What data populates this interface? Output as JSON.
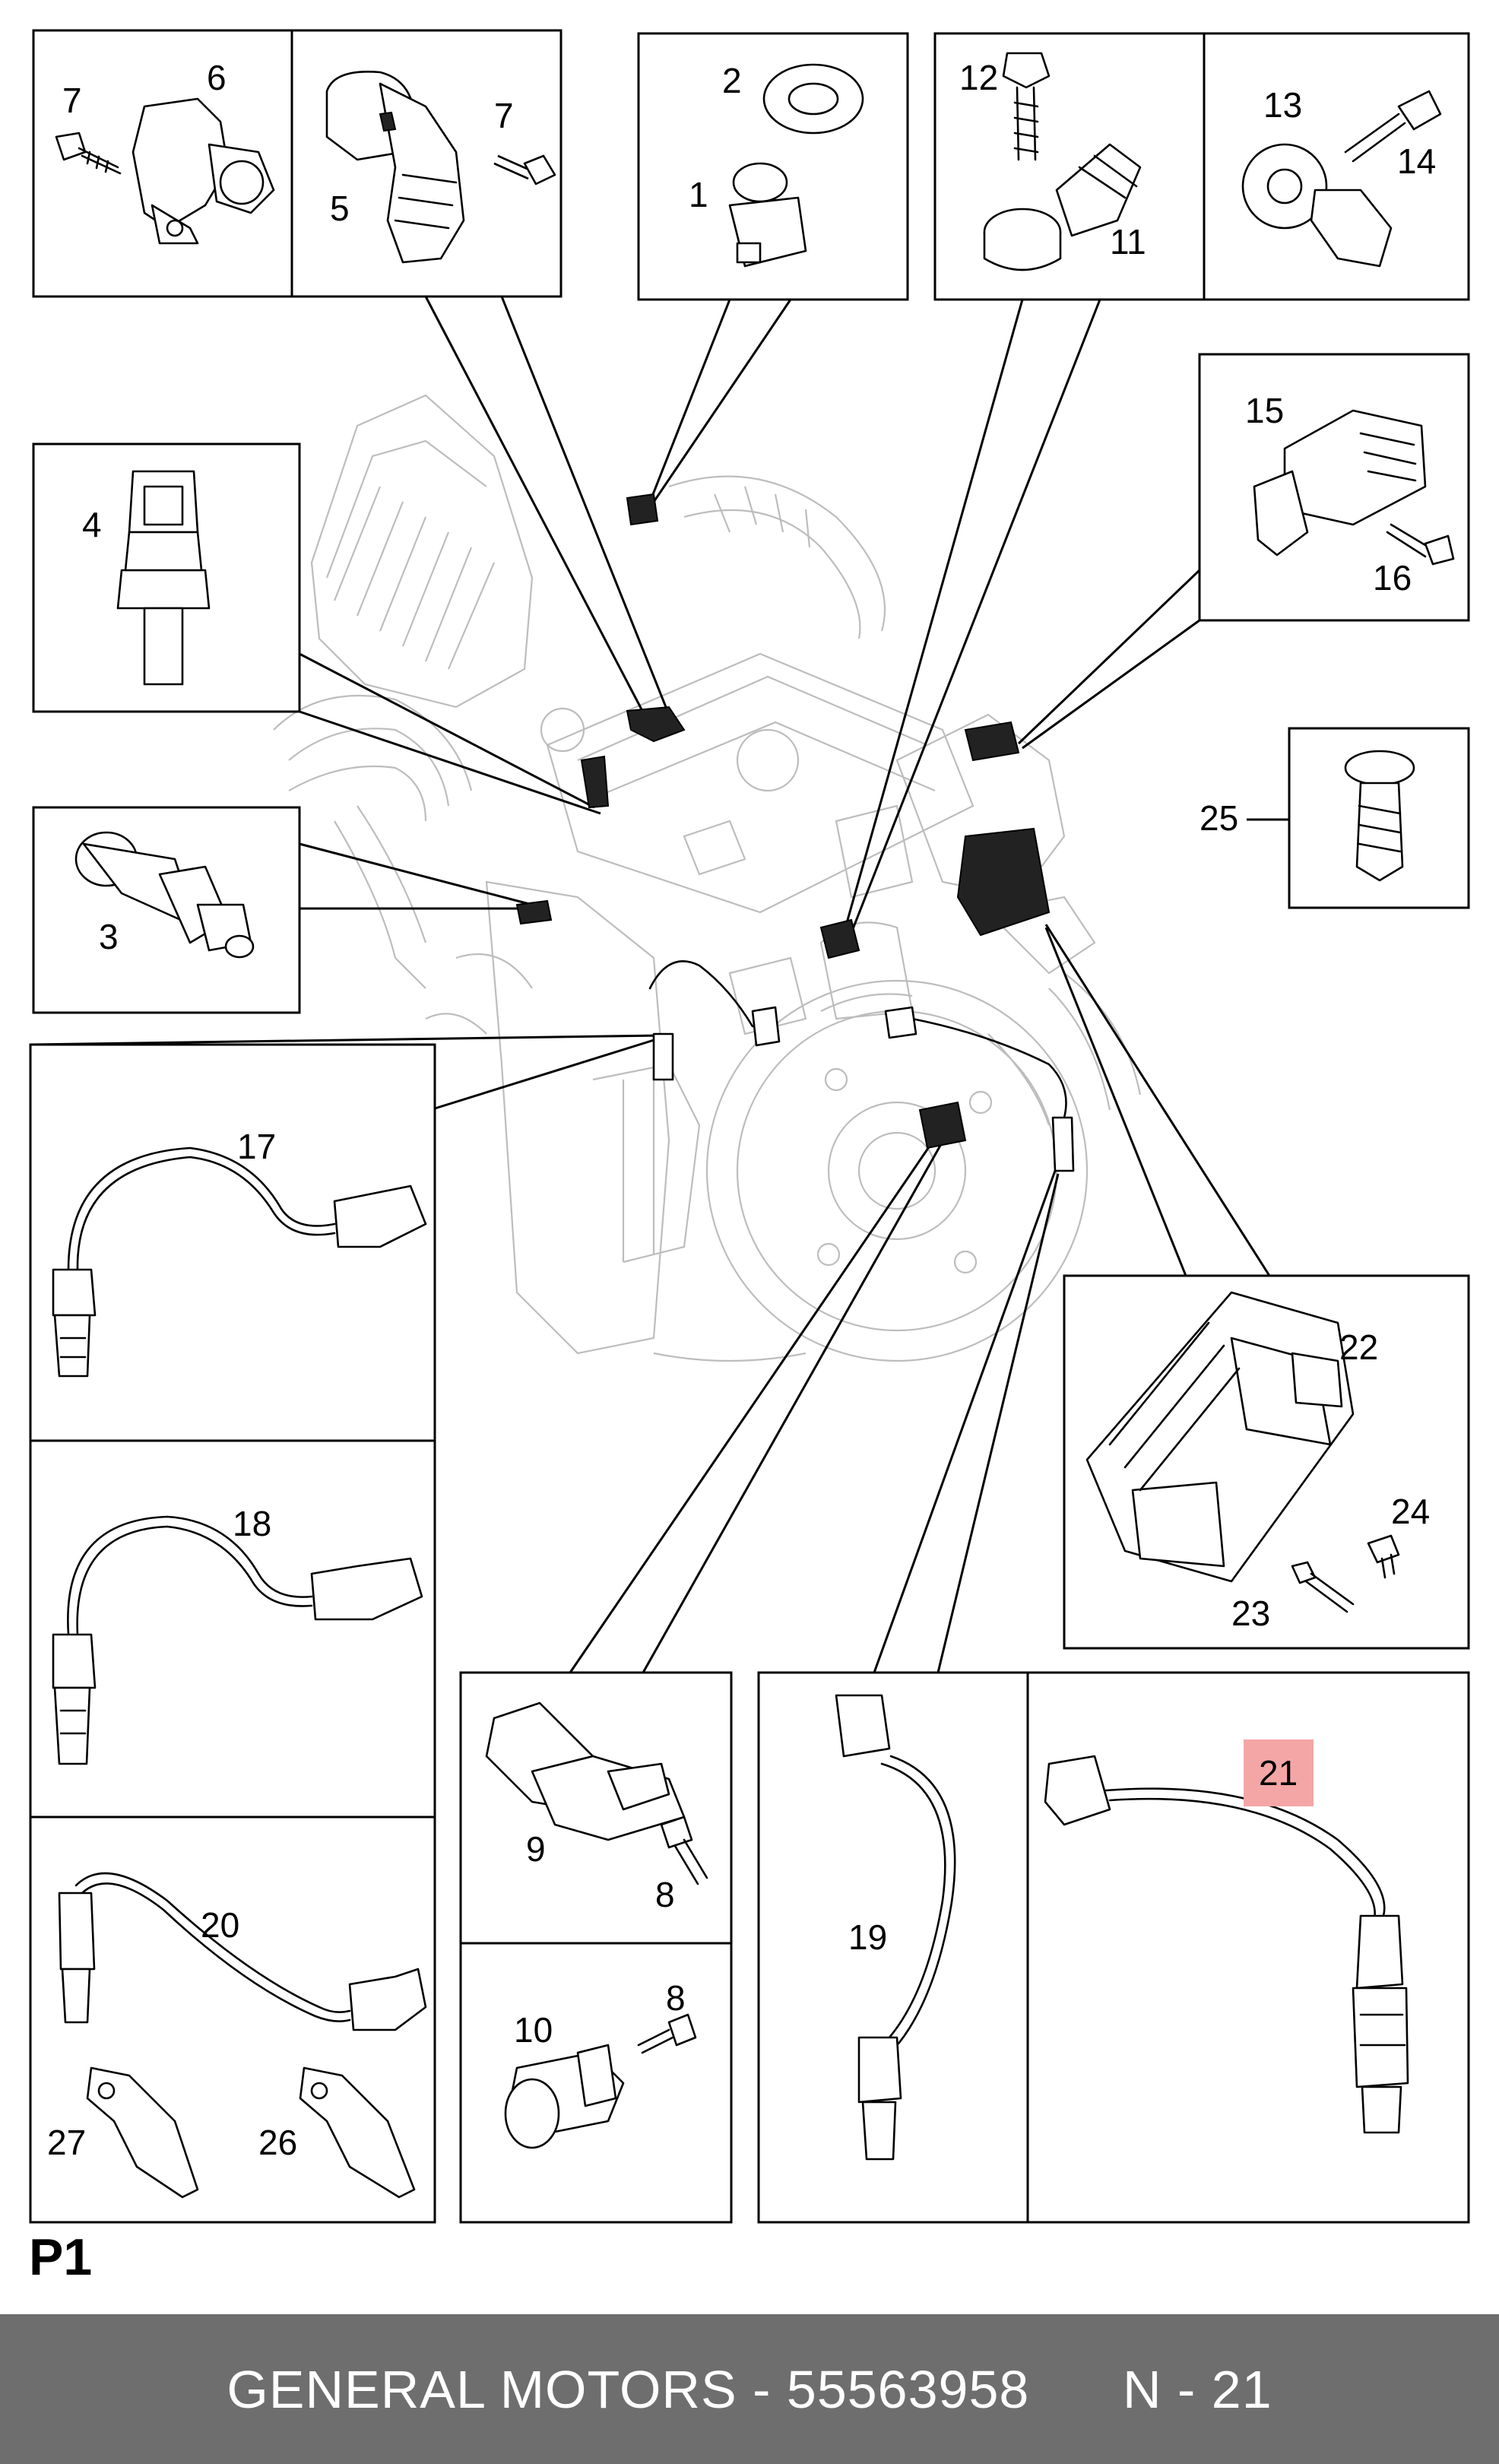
{
  "page_label": "P1",
  "footer": {
    "brand": "GENERAL MOTORS",
    "separator": " - ",
    "part_number": "55563958",
    "reference": "N - 21"
  },
  "highlight_color": "#f4a6a6",
  "callouts": {
    "c1": "1",
    "c2": "2",
    "c3": "3",
    "c4": "4",
    "c5": "5",
    "c6": "6",
    "c7a": "7",
    "c7b": "7",
    "c8a": "8",
    "c8b": "8",
    "c9": "9",
    "c10": "10",
    "c11": "11",
    "c12": "12",
    "c13": "13",
    "c14": "14",
    "c15": "15",
    "c16": "16",
    "c17": "17",
    "c18": "18",
    "c19": "19",
    "c20": "20",
    "c21": "21",
    "c22": "22",
    "c23": "23",
    "c24": "24",
    "c25": "25",
    "c26": "26",
    "c27": "27"
  }
}
